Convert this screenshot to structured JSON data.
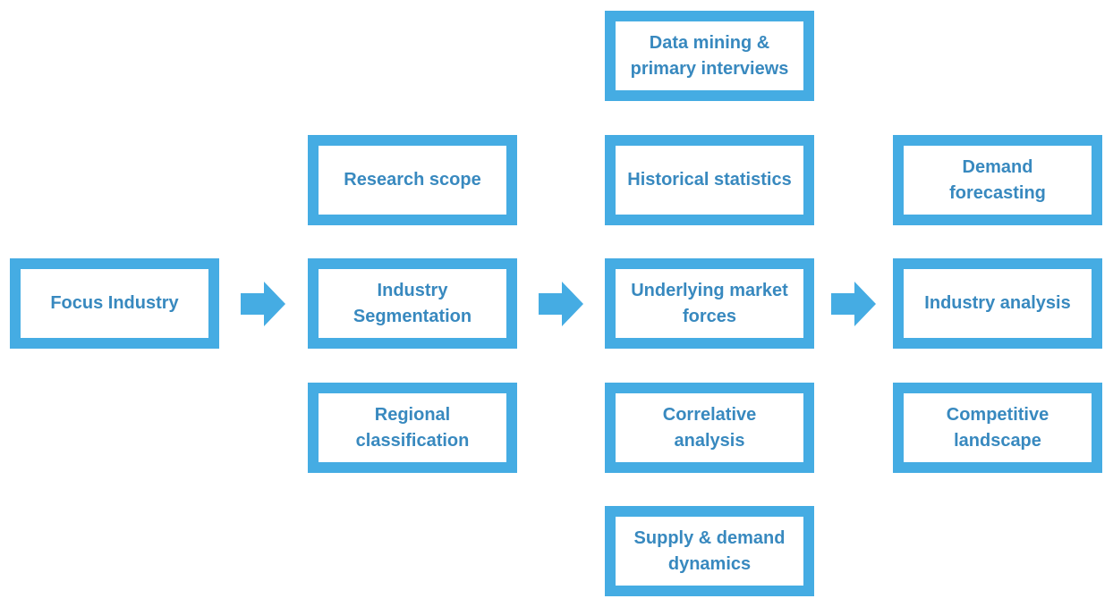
{
  "colors": {
    "box_border": "#45ace3",
    "box_text": "#3889bf",
    "arrow": "#45ace3"
  },
  "columns": {
    "input": {
      "focus_industry": "Focus Industry"
    },
    "scope": {
      "research_scope": "Research scope",
      "industry_segmentation": [
        "Industry",
        "Segmentation"
      ],
      "regional_classification": [
        "Regional",
        "classification"
      ]
    },
    "methods": {
      "data_mining": [
        "Data mining &",
        "primary interviews"
      ],
      "historical_statistics": "Historical statistics",
      "underlying_market_forces": [
        "Underlying market",
        "forces"
      ],
      "correlative_analysis": [
        "Correlative",
        "analysis"
      ],
      "supply_demand_dynamics": [
        "Supply & demand",
        "dynamics"
      ]
    },
    "outputs": {
      "demand_forecasting": [
        "Demand",
        "forecasting"
      ],
      "industry_analysis": "Industry analysis",
      "competitive_landscape": [
        "Competitive",
        "landscape"
      ]
    }
  },
  "icons": {
    "flow_arrow": "right-arrow-icon"
  }
}
